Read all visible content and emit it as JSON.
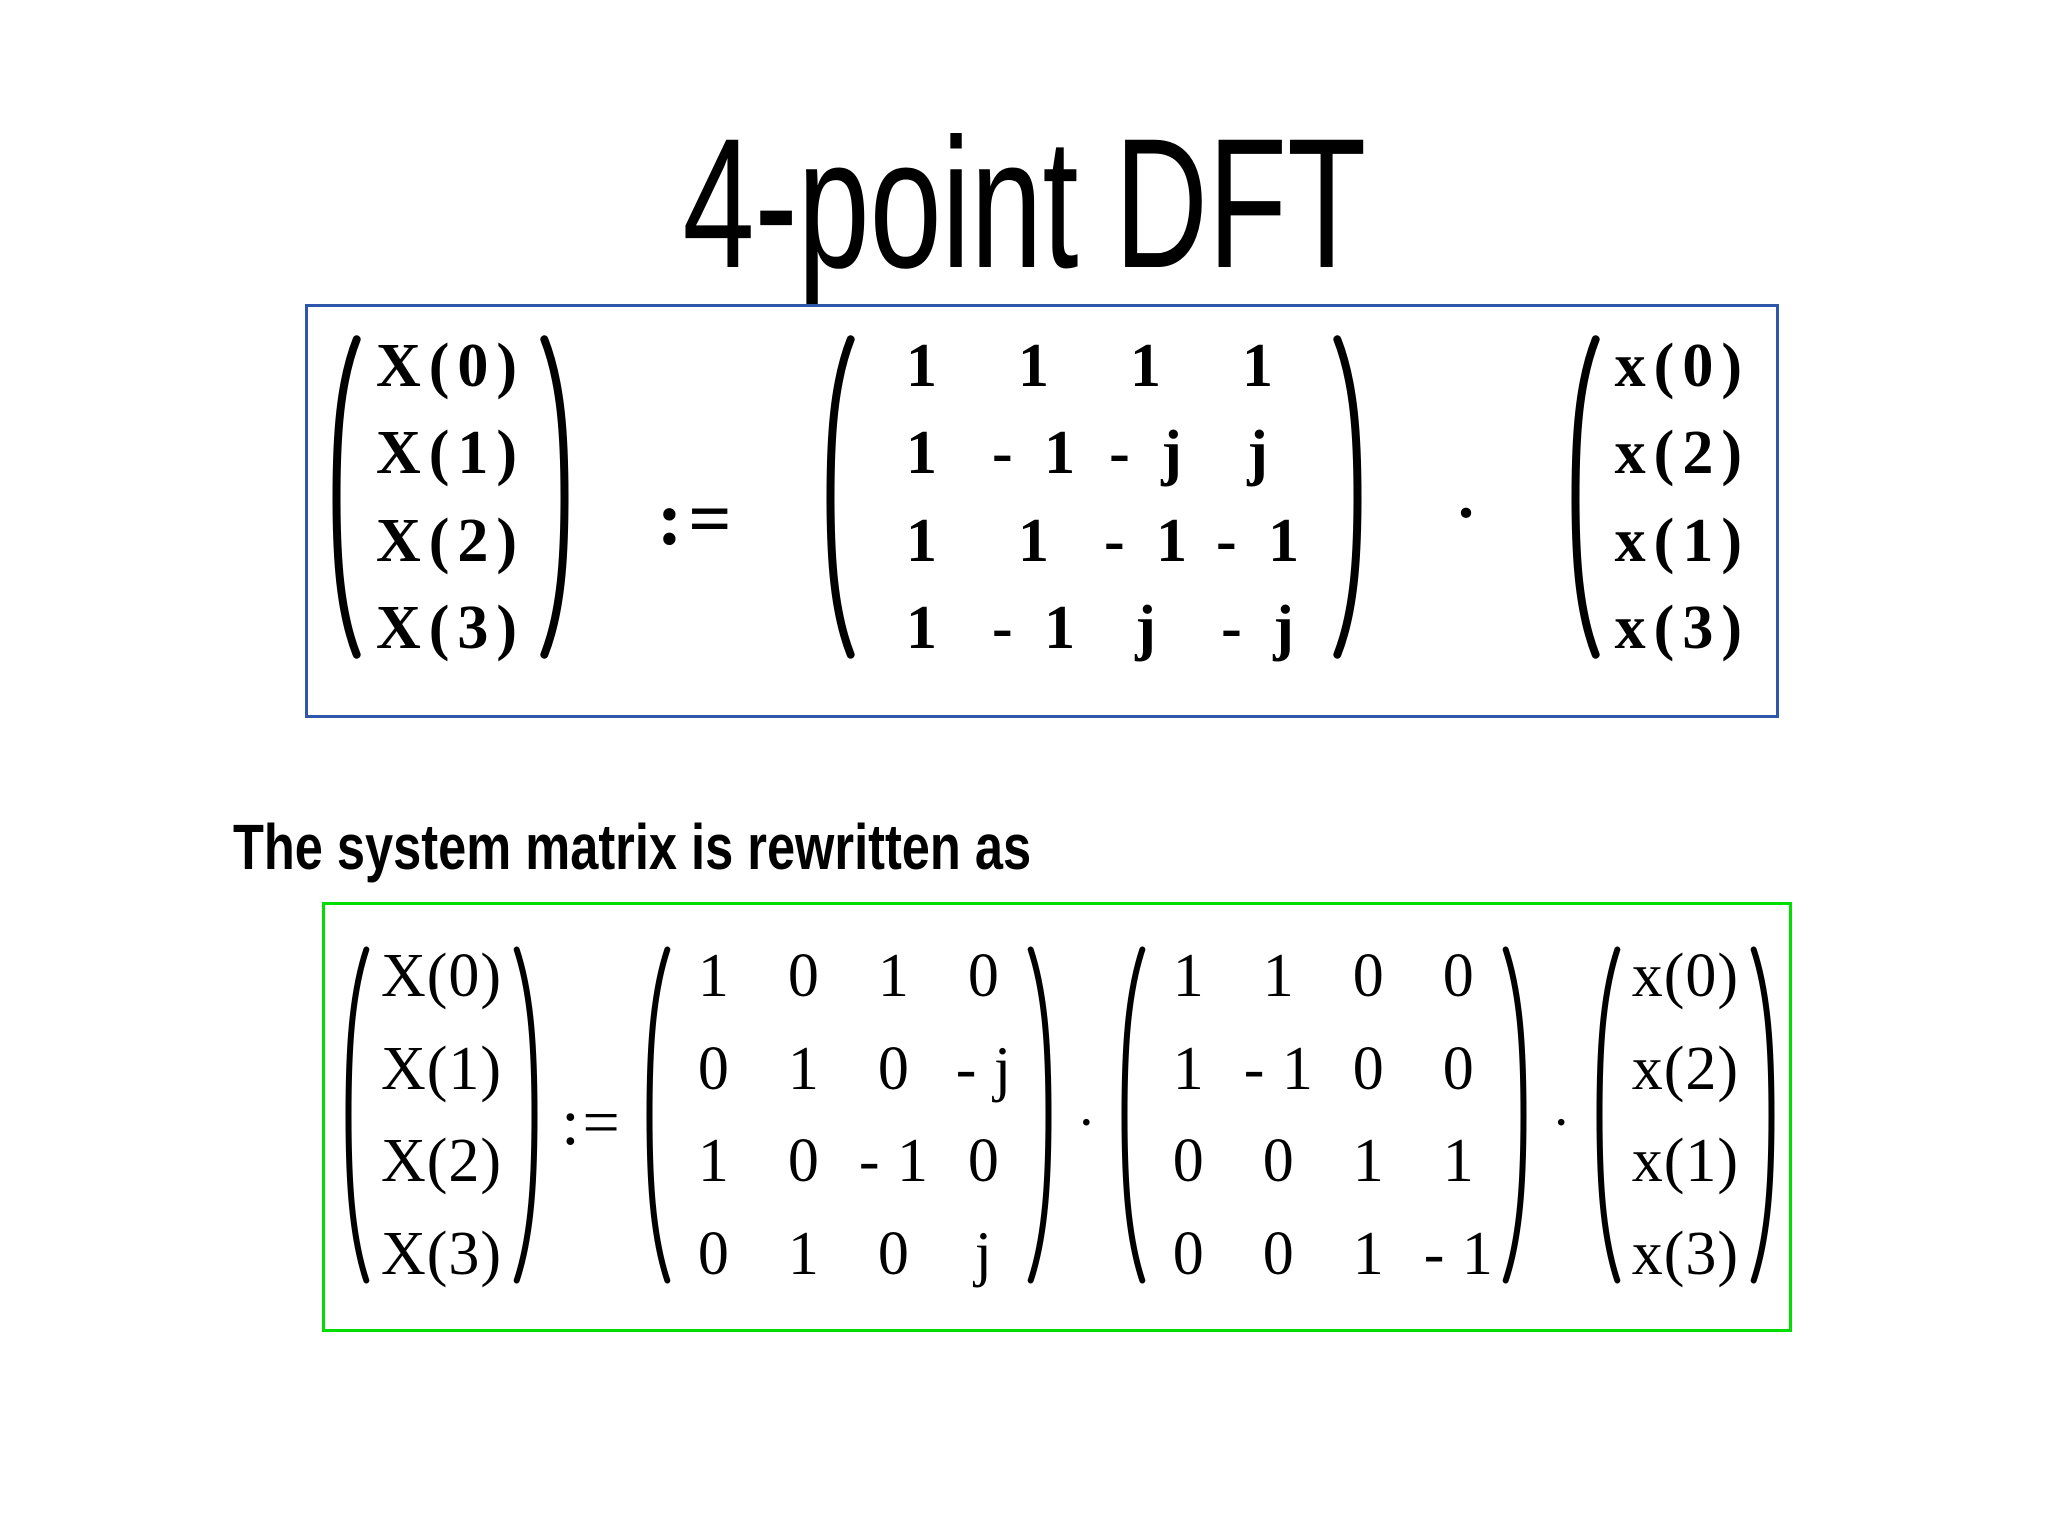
{
  "slide": {
    "title": "4-point DFT",
    "note": "The system matrix is rewritten as"
  },
  "colors": {
    "background": "#ffffff",
    "text": "#000000",
    "equation1_border": "#2e56a9",
    "equation2_border": "#00dd00"
  },
  "equation1": {
    "lhs_vector": [
      "X(0)",
      "X(1)",
      "X(2)",
      "X(3)"
    ],
    "assign": ":=",
    "matrix": [
      [
        "1",
        "1",
        "1",
        "1"
      ],
      [
        "1",
        "- 1",
        "- j",
        "j"
      ],
      [
        "1",
        "1",
        "- 1",
        "- 1"
      ],
      [
        "1",
        "- 1",
        "j",
        "- j"
      ]
    ],
    "multiply_dot": "·",
    "rhs_vector": [
      "x(0)",
      "x(2)",
      "x(1)",
      "x(3)"
    ]
  },
  "equation2": {
    "lhs_vector": [
      "X(0)",
      "X(1)",
      "X(2)",
      "X(3)"
    ],
    "assign": ":=",
    "matrix_a": [
      [
        "1",
        "0",
        "1",
        "0"
      ],
      [
        "0",
        "1",
        "0",
        "- j"
      ],
      [
        "1",
        "0",
        "- 1",
        "0"
      ],
      [
        "0",
        "1",
        "0",
        "j"
      ]
    ],
    "multiply_dot_1": "·",
    "matrix_b": [
      [
        "1",
        "1",
        "0",
        "0"
      ],
      [
        "1",
        "- 1",
        "0",
        "0"
      ],
      [
        "0",
        "0",
        "1",
        "1"
      ],
      [
        "0",
        "0",
        "1",
        "- 1"
      ]
    ],
    "multiply_dot_2": "·",
    "rhs_vector": [
      "x(0)",
      "x(2)",
      "x(1)",
      "x(3)"
    ]
  }
}
